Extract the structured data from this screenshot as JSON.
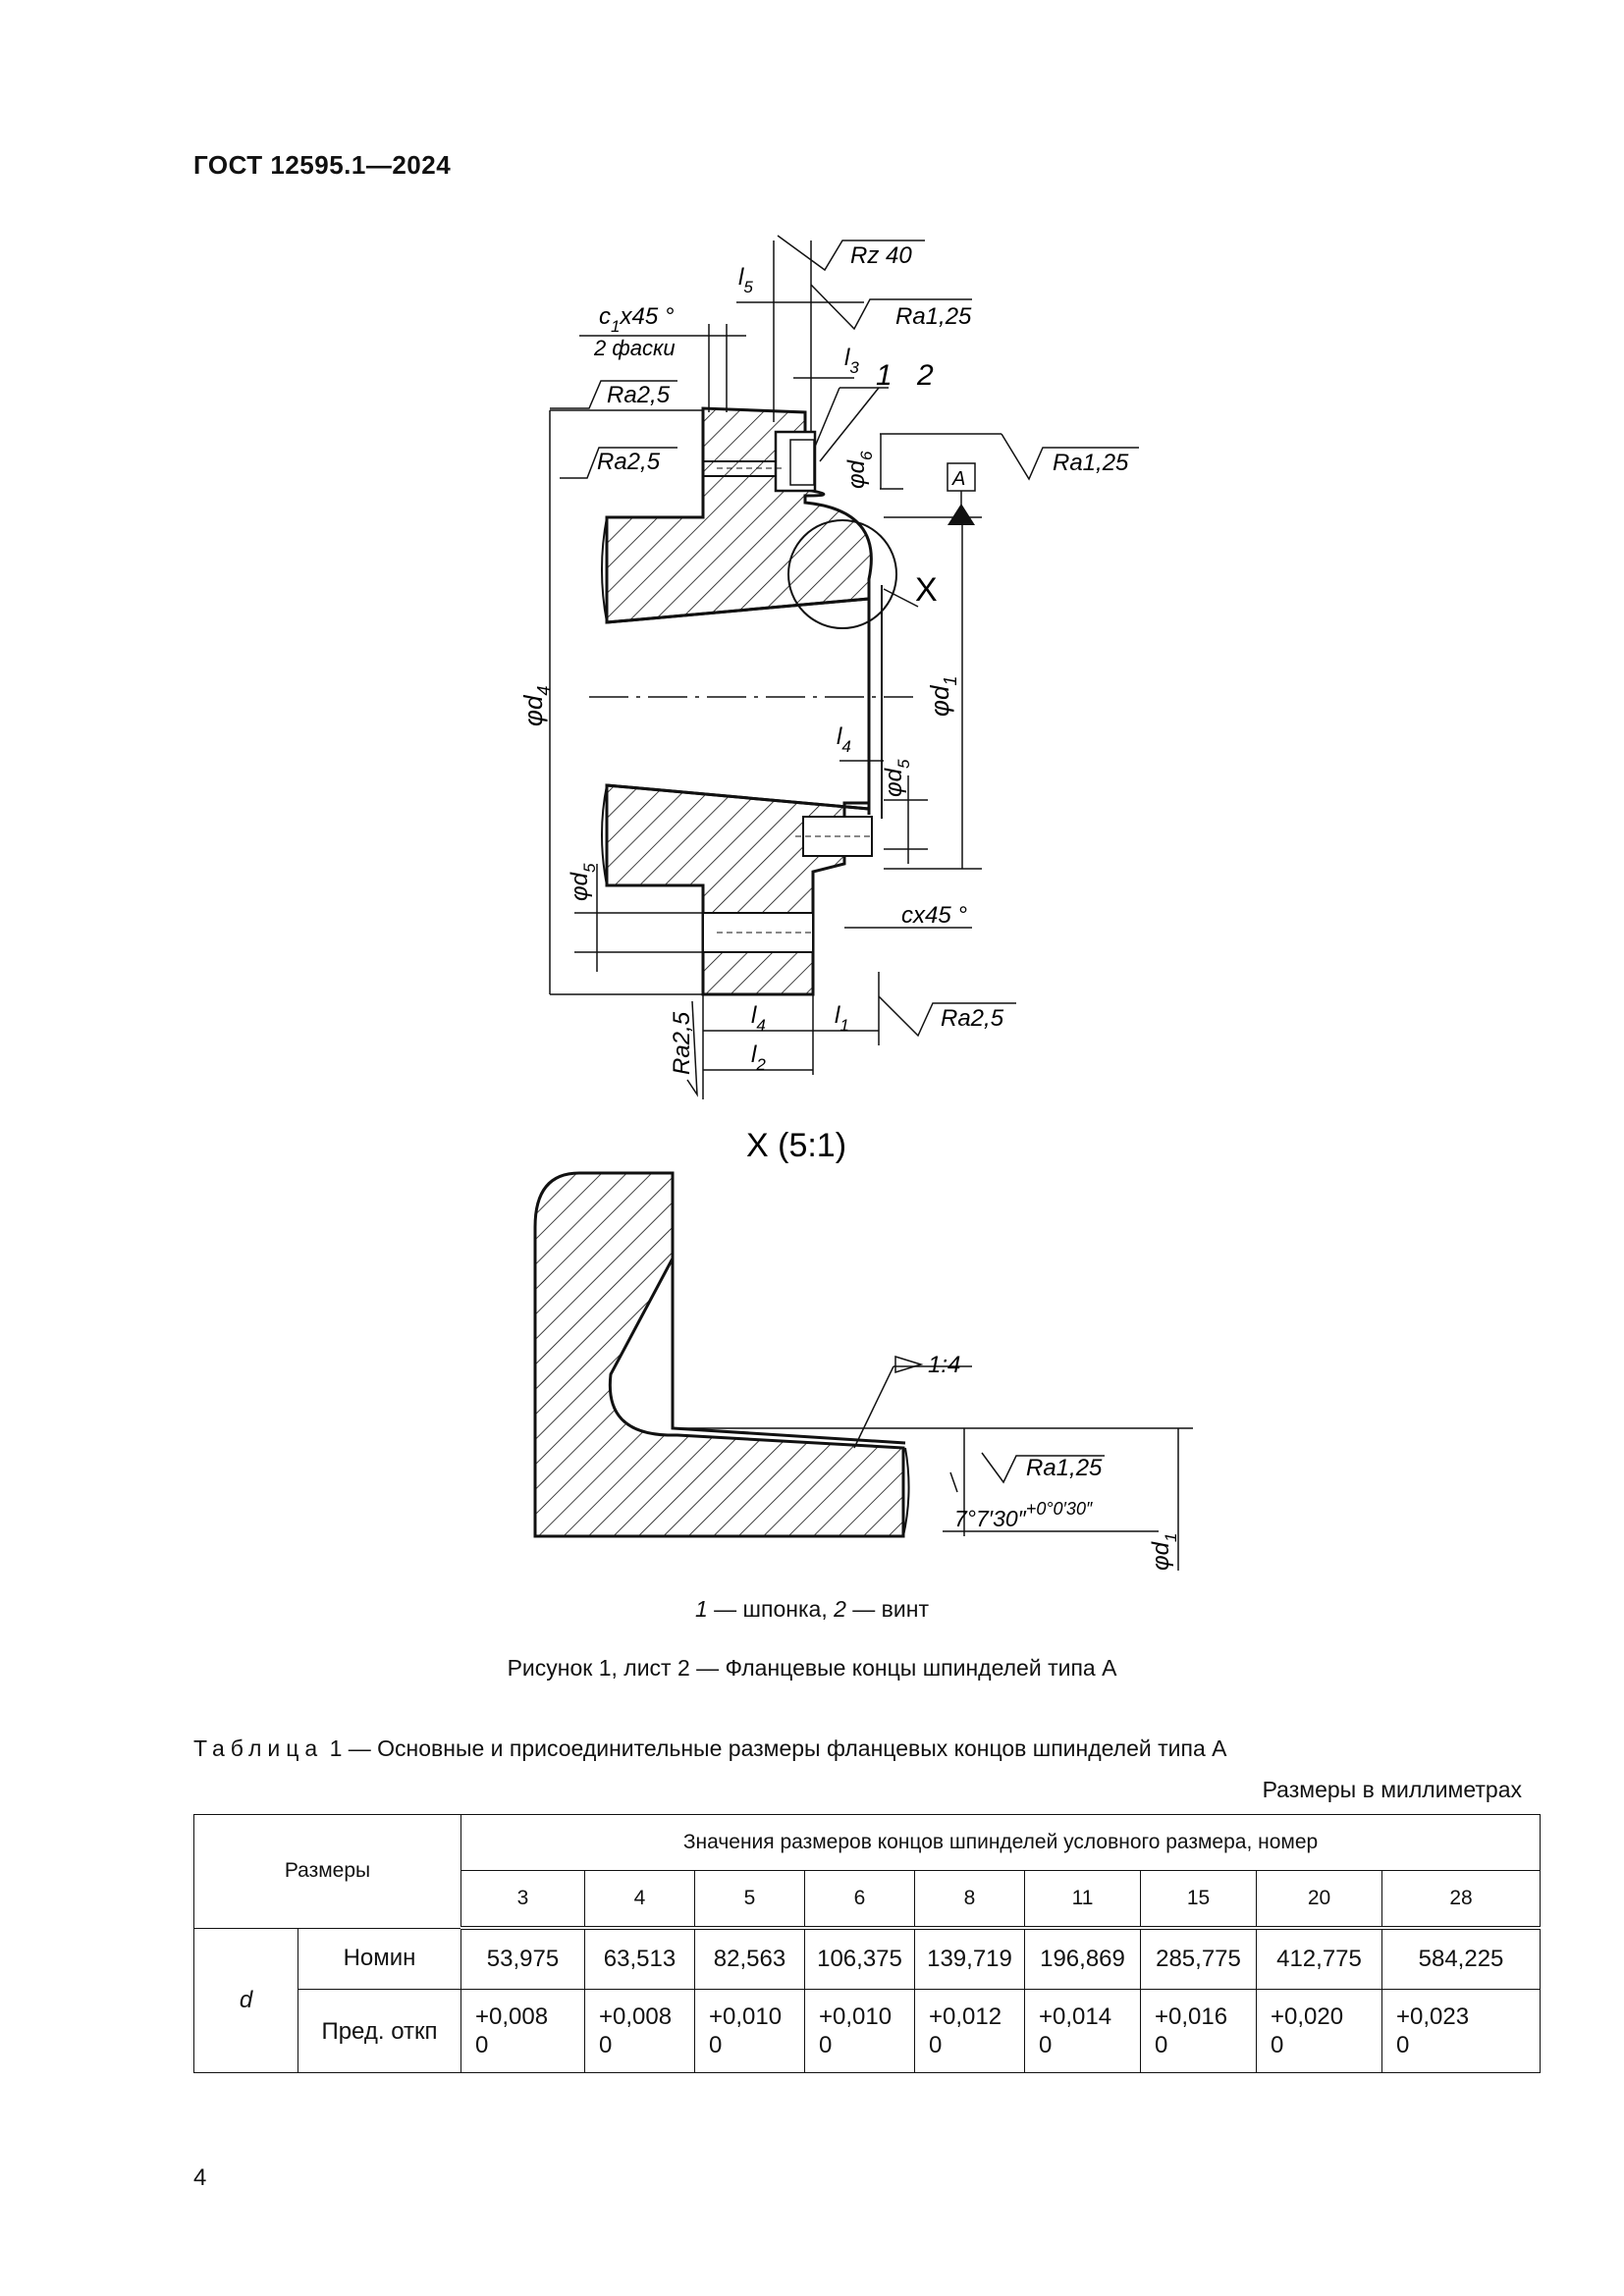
{
  "header": {
    "title": "ГОСТ 12595.1—2024"
  },
  "drawing": {
    "roughness": {
      "rz40": "Rz 40",
      "ra125": "Ra1,25",
      "ra25": "Ra2,5"
    },
    "dims": {
      "l5": "l",
      "l5_sub": "5",
      "l3": "l",
      "l3_sub": "3",
      "l4": "l",
      "l4_sub": "4",
      "l1": "l",
      "l1_sub": "1",
      "l2": "l",
      "l2_sub": "2",
      "d6": "φd",
      "d6_sub": "6",
      "d4": "φd",
      "d4_sub": "4",
      "d1": "φd",
      "d1_sub": "1",
      "d5": "φd",
      "d5_sub": "5",
      "c1_a": "c",
      "c1_sub": "1",
      "c1_b": "x45 °",
      "two_chamfers": "2 фаски",
      "c45": "cx45 °"
    },
    "callouts": {
      "one": "1",
      "two": "2",
      "x": "X",
      "datum": "A"
    },
    "detail": {
      "title": "X (5:1)",
      "taper": "1:4",
      "angle_base": "7°7′30″",
      "angle_tol": "+0°0′30″",
      "ra": "Ra1,25",
      "d1": "φd",
      "d1_sub": "1"
    }
  },
  "legend": {
    "n1": "1",
    "t1": " — шпонка, ",
    "n2": "2",
    "t2": " — винт"
  },
  "figure_caption": "Рисунок 1, лист 2 — Фланцевые концы шпинделей типа А",
  "table_caption": {
    "label": "Таблица",
    "rest": " 1 — Основные и присоединительные размеры фланцевых концов шпинделей типа А"
  },
  "units_note": "Размеры в миллиметрах",
  "table": {
    "col_header": "Размеры",
    "group_header": "Значения размеров концов шпинделей условного размера, номер",
    "numbers": [
      "3",
      "4",
      "5",
      "6",
      "8",
      "11",
      "15",
      "20",
      "28"
    ],
    "param": "d",
    "row_nominal_label": "Номин",
    "nominal": [
      "53,975",
      "63,513",
      "82,563",
      "106,375",
      "139,719",
      "196,869",
      "285,775",
      "412,775",
      "584,225"
    ],
    "row_tol_label": "Пред. откп",
    "tol_upper": [
      "+0,008",
      "+0,008",
      "+0,010",
      "+0,010",
      "+0,012",
      "+0,014",
      "+0,016",
      "+0,020",
      "+0,023"
    ],
    "tol_lower": [
      "0",
      "0",
      "0",
      "0",
      "0",
      "0",
      "0",
      "0",
      "0"
    ]
  },
  "page_number": "4"
}
